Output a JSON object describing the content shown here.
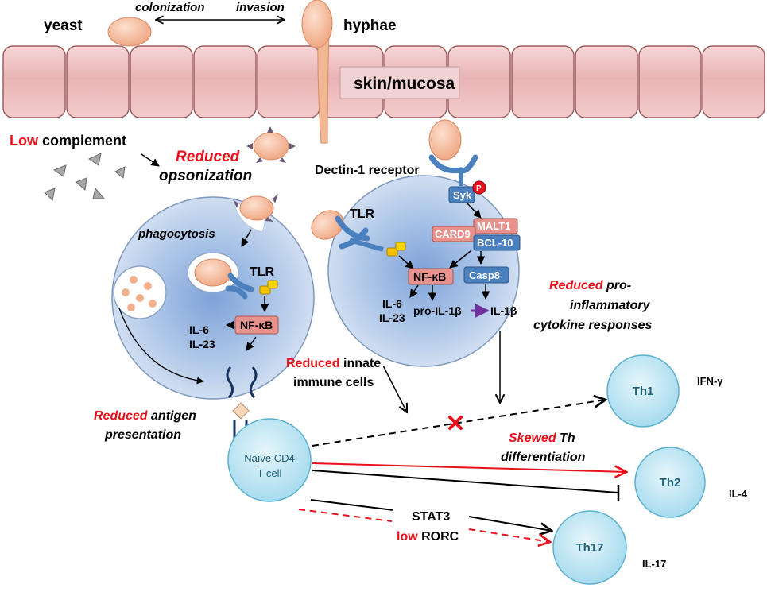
{
  "labels": {
    "yeast": "yeast",
    "hyphae": "hyphae",
    "colonization": "colonization",
    "invasion": "invasion",
    "skin_mucosa": "skin/mucosa",
    "low_red": "Low",
    "complement": " complement",
    "reduced_opsonization_1": "Reduced",
    "reduced_opsonization_2": "opsonization",
    "dectin_receptor": "Dectin-1 receptor",
    "phagocytosis": "phagocytosis",
    "tlr_left": "TLR",
    "tlr_right": "TLR",
    "nfkb_left": "NF-κB",
    "nfkb_right": "NF-κB",
    "il6_left": "IL-6",
    "il23_left": "IL-23",
    "il6_right": "IL-6",
    "il23_right": "IL-23",
    "syk": "Syk",
    "p": "P",
    "malt1": "MALT1",
    "card9": "CARD9",
    "bcl10": "BCL-10",
    "casp8": "Casp8",
    "pro_il1b": "pro-IL-1β",
    "il1b": "IL-1β",
    "reduced_pro_1": "Reduced",
    "reduced_pro_2": " pro-",
    "reduced_pro_3": "inflammatory",
    "reduced_pro_4": "cytokine responses",
    "reduced_innate_1": "Reduced",
    "reduced_innate_2": " innate",
    "reduced_innate_3": "immune cells",
    "reduced_antigen_1": "Reduced",
    "reduced_antigen_2": " antigen",
    "reduced_antigen_3": "presentation",
    "naive_1": "Naïve CD4",
    "naive_2": "T cell",
    "th1": "Th1",
    "th2": "Th2",
    "th17": "Th17",
    "ifng": "IFN-γ",
    "il4": "IL-4",
    "il17": "IL-17",
    "skewed_1": "Skewed",
    "skewed_2": " Th",
    "skewed_3": "differentiation",
    "stat3": "STAT3",
    "low_rorc_1": "low",
    "low_rorc_2": " RORC"
  },
  "colors": {
    "red": "#e8101a",
    "skin": "#f0c6c8",
    "skin_dark": "#a7686b",
    "cell_blue": "#a9c5e6",
    "tcell": "#b3e3f2",
    "receptor": "#4a80bd",
    "nfkb": "#e8928e",
    "tag_yellow": "#f6c200",
    "fungus": "#f3b08f"
  }
}
